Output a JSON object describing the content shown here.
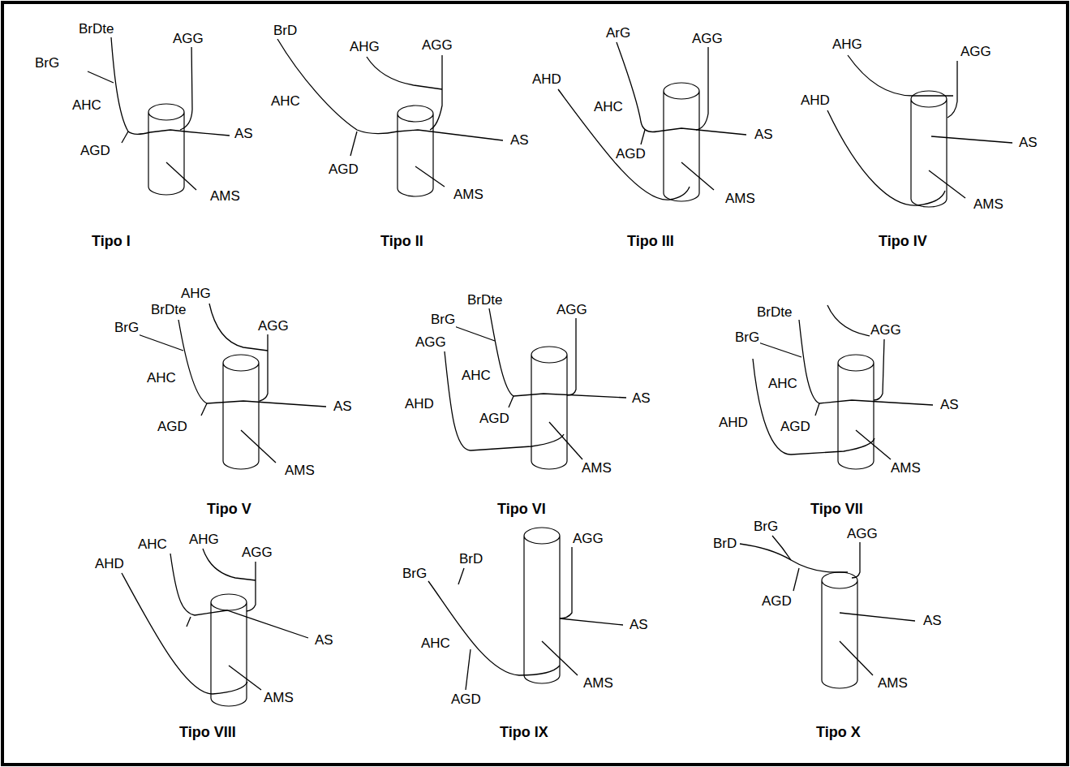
{
  "diagram": {
    "labels": [
      "BrDte",
      "BrG",
      "AGG",
      "AHC",
      "AGD",
      "AS",
      "AMS",
      "Tipo I",
      "BrD",
      "AHG",
      "AGG",
      "AHC",
      "AS",
      "AGD",
      "AMS",
      "Tipo II",
      "ArG",
      "AGG",
      "AHD",
      "AHC",
      "AS",
      "AGD",
      "AMS",
      "Tipo III",
      "AHG",
      "AGG",
      "AHD",
      "AS",
      "AMS",
      "Tipo IV",
      "AHG",
      "BrDte",
      "AGG",
      "BrG",
      "AHC",
      "AGD",
      "AS",
      "AMS",
      "Tipo V",
      "BrDte",
      "BrG",
      "AGG",
      "AGG",
      "AHC",
      "AS",
      "AHD",
      "AGD",
      "AMS",
      "Tipo VI",
      "BrDte",
      "AGG",
      "BrG",
      "AHC",
      "AS",
      "AHD",
      "AGD",
      "AMS",
      "Tipo VII",
      "AHC",
      "AHG",
      "AGG",
      "AHD",
      "AS",
      "AMS",
      "Tipo VIII",
      "AGG",
      "BrD",
      "BrG",
      "AS",
      "AHC",
      "AMS",
      "AGD",
      "Tipo IX",
      "BrG",
      "BrD",
      "AGG",
      "AGD",
      "AS",
      "AMS",
      "Tipo X"
    ]
  }
}
